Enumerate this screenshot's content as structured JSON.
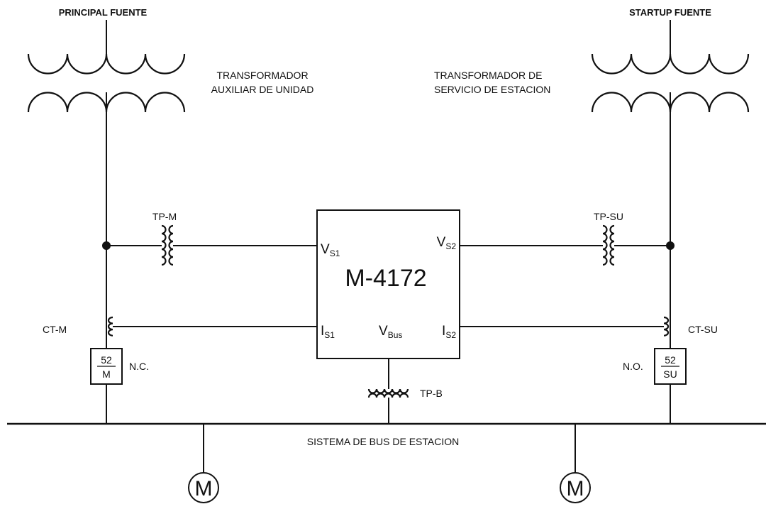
{
  "sources": {
    "principal": "PRINCIPAL FUENTE",
    "startup": "STARTUP FUENTE"
  },
  "transformers": {
    "unit_line1": "TRANSFORMADOR",
    "unit_line2": "AUXILIAR DE UNIDAD",
    "station_line1": "TRANSFORMADOR DE",
    "station_line2": "SERVICIO DE ESTACION"
  },
  "vts": {
    "main": "TP-M",
    "startup": "TP-SU",
    "bus": "TP-B"
  },
  "cts": {
    "main": "CT-M",
    "startup": "CT-SU"
  },
  "relay": {
    "name": "M-4172",
    "vs1": "V",
    "vs1_sub": "S1",
    "vs2": "V",
    "vs2_sub": "S2",
    "is1": "I",
    "is1_sub": "S1",
    "is2": "I",
    "is2_sub": "S2",
    "vbus": "V",
    "vbus_sub": "Bus"
  },
  "breakers": {
    "main_top": "52",
    "main_bottom": "M",
    "main_state": "N.C.",
    "startup_top": "52",
    "startup_bottom": "SU",
    "startup_state": "N.O."
  },
  "bus": {
    "label": "SISTEMA DE BUS DE ESTACION"
  },
  "motors": {
    "left": "M",
    "right": "M"
  }
}
